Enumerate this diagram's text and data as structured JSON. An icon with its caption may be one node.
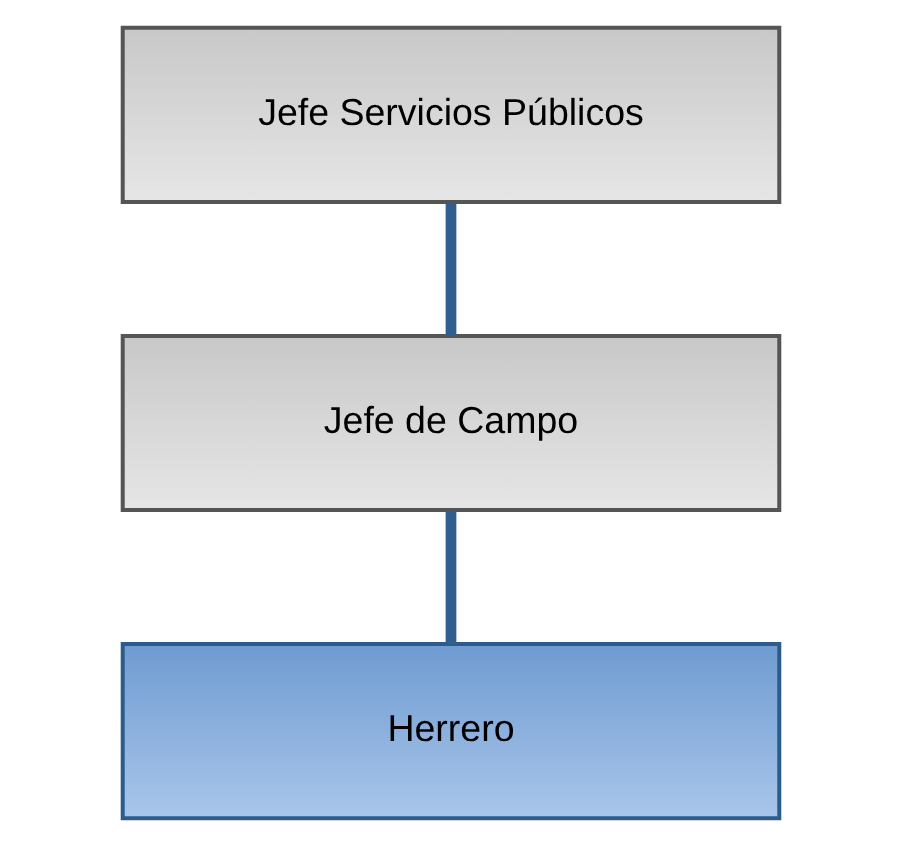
{
  "diagram": {
    "nodes": [
      {
        "text": [
          "Jefe Servicios Públicos"
        ]
      },
      {
        "text": [
          "Jefe de Campo"
        ]
      },
      {
        "text": [
          "Herrero"
        ]
      }
    ],
    "edges": [
      {
        "from": 0,
        "to": 1,
        "arrow": "none"
      },
      {
        "from": 1,
        "to": 2,
        "arrow": "none"
      }
    ]
  }
}
